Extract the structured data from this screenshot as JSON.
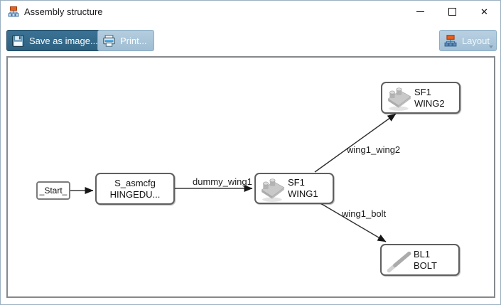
{
  "window": {
    "title": "Assembly structure"
  },
  "toolbar": {
    "save_label": "Save as image...",
    "print_label": "Print...",
    "layout_label": "Layout"
  },
  "diagram": {
    "nodes": {
      "start": {
        "label": "_Start_"
      },
      "hingedu": {
        "line1": "S_asmcfg",
        "line2": "HINGEDU..."
      },
      "wing1": {
        "line1": "SF1",
        "line2": "WING1",
        "icon": "hinge-part-icon"
      },
      "wing2": {
        "line1": "SF1",
        "line2": "WING2",
        "icon": "hinge-part-icon"
      },
      "bolt": {
        "line1": "BL1",
        "line2": "BOLT",
        "icon": "bolt-part-icon"
      }
    },
    "edge_labels": {
      "dummy_wing1": "dummy_wing1",
      "wing1_wing2": "wing1_wing2",
      "wing1_bolt": "wing1_bolt"
    }
  },
  "icons": {
    "app_icon": "hierarchy-icon",
    "save_icon": "floppy-disk-icon",
    "print_icon": "printer-icon",
    "layout_icon": "hierarchy-icon",
    "layout_caret": "caret-down-icon"
  },
  "colors": {
    "save_button_bg": "#2f617f",
    "print_button_bg": "#a7c2d6",
    "layout_button_bg": "#aec9dd",
    "canvas_border": "#85898c",
    "node_border": "#5f5f5f",
    "edge_line": "#4a4a4a",
    "icon_accent_orange": "#e8611c",
    "icon_accent_blue": "#3f71a3"
  }
}
